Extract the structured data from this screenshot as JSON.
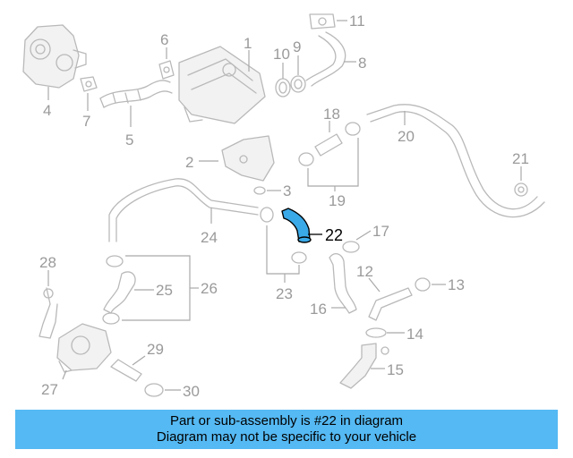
{
  "diagram": {
    "callouts": [
      "1",
      "2",
      "3",
      "4",
      "5",
      "6",
      "7",
      "8",
      "9",
      "10",
      "11",
      "12",
      "13",
      "14",
      "15",
      "16",
      "17",
      "18",
      "19",
      "20",
      "21",
      "22",
      "23",
      "24",
      "25",
      "26",
      "27",
      "28",
      "29",
      "30"
    ],
    "highlighted_callout": "22"
  },
  "banner": {
    "line1": "Part or sub-assembly is #22 in diagram",
    "line2": "Diagram may not be specific to your vehicle"
  },
  "colors": {
    "banner_bg": "#55b9f3",
    "highlight_part": "#3aa9e8",
    "part_outline": "#b9b9b9",
    "callout_text": "#9a9a9a"
  }
}
